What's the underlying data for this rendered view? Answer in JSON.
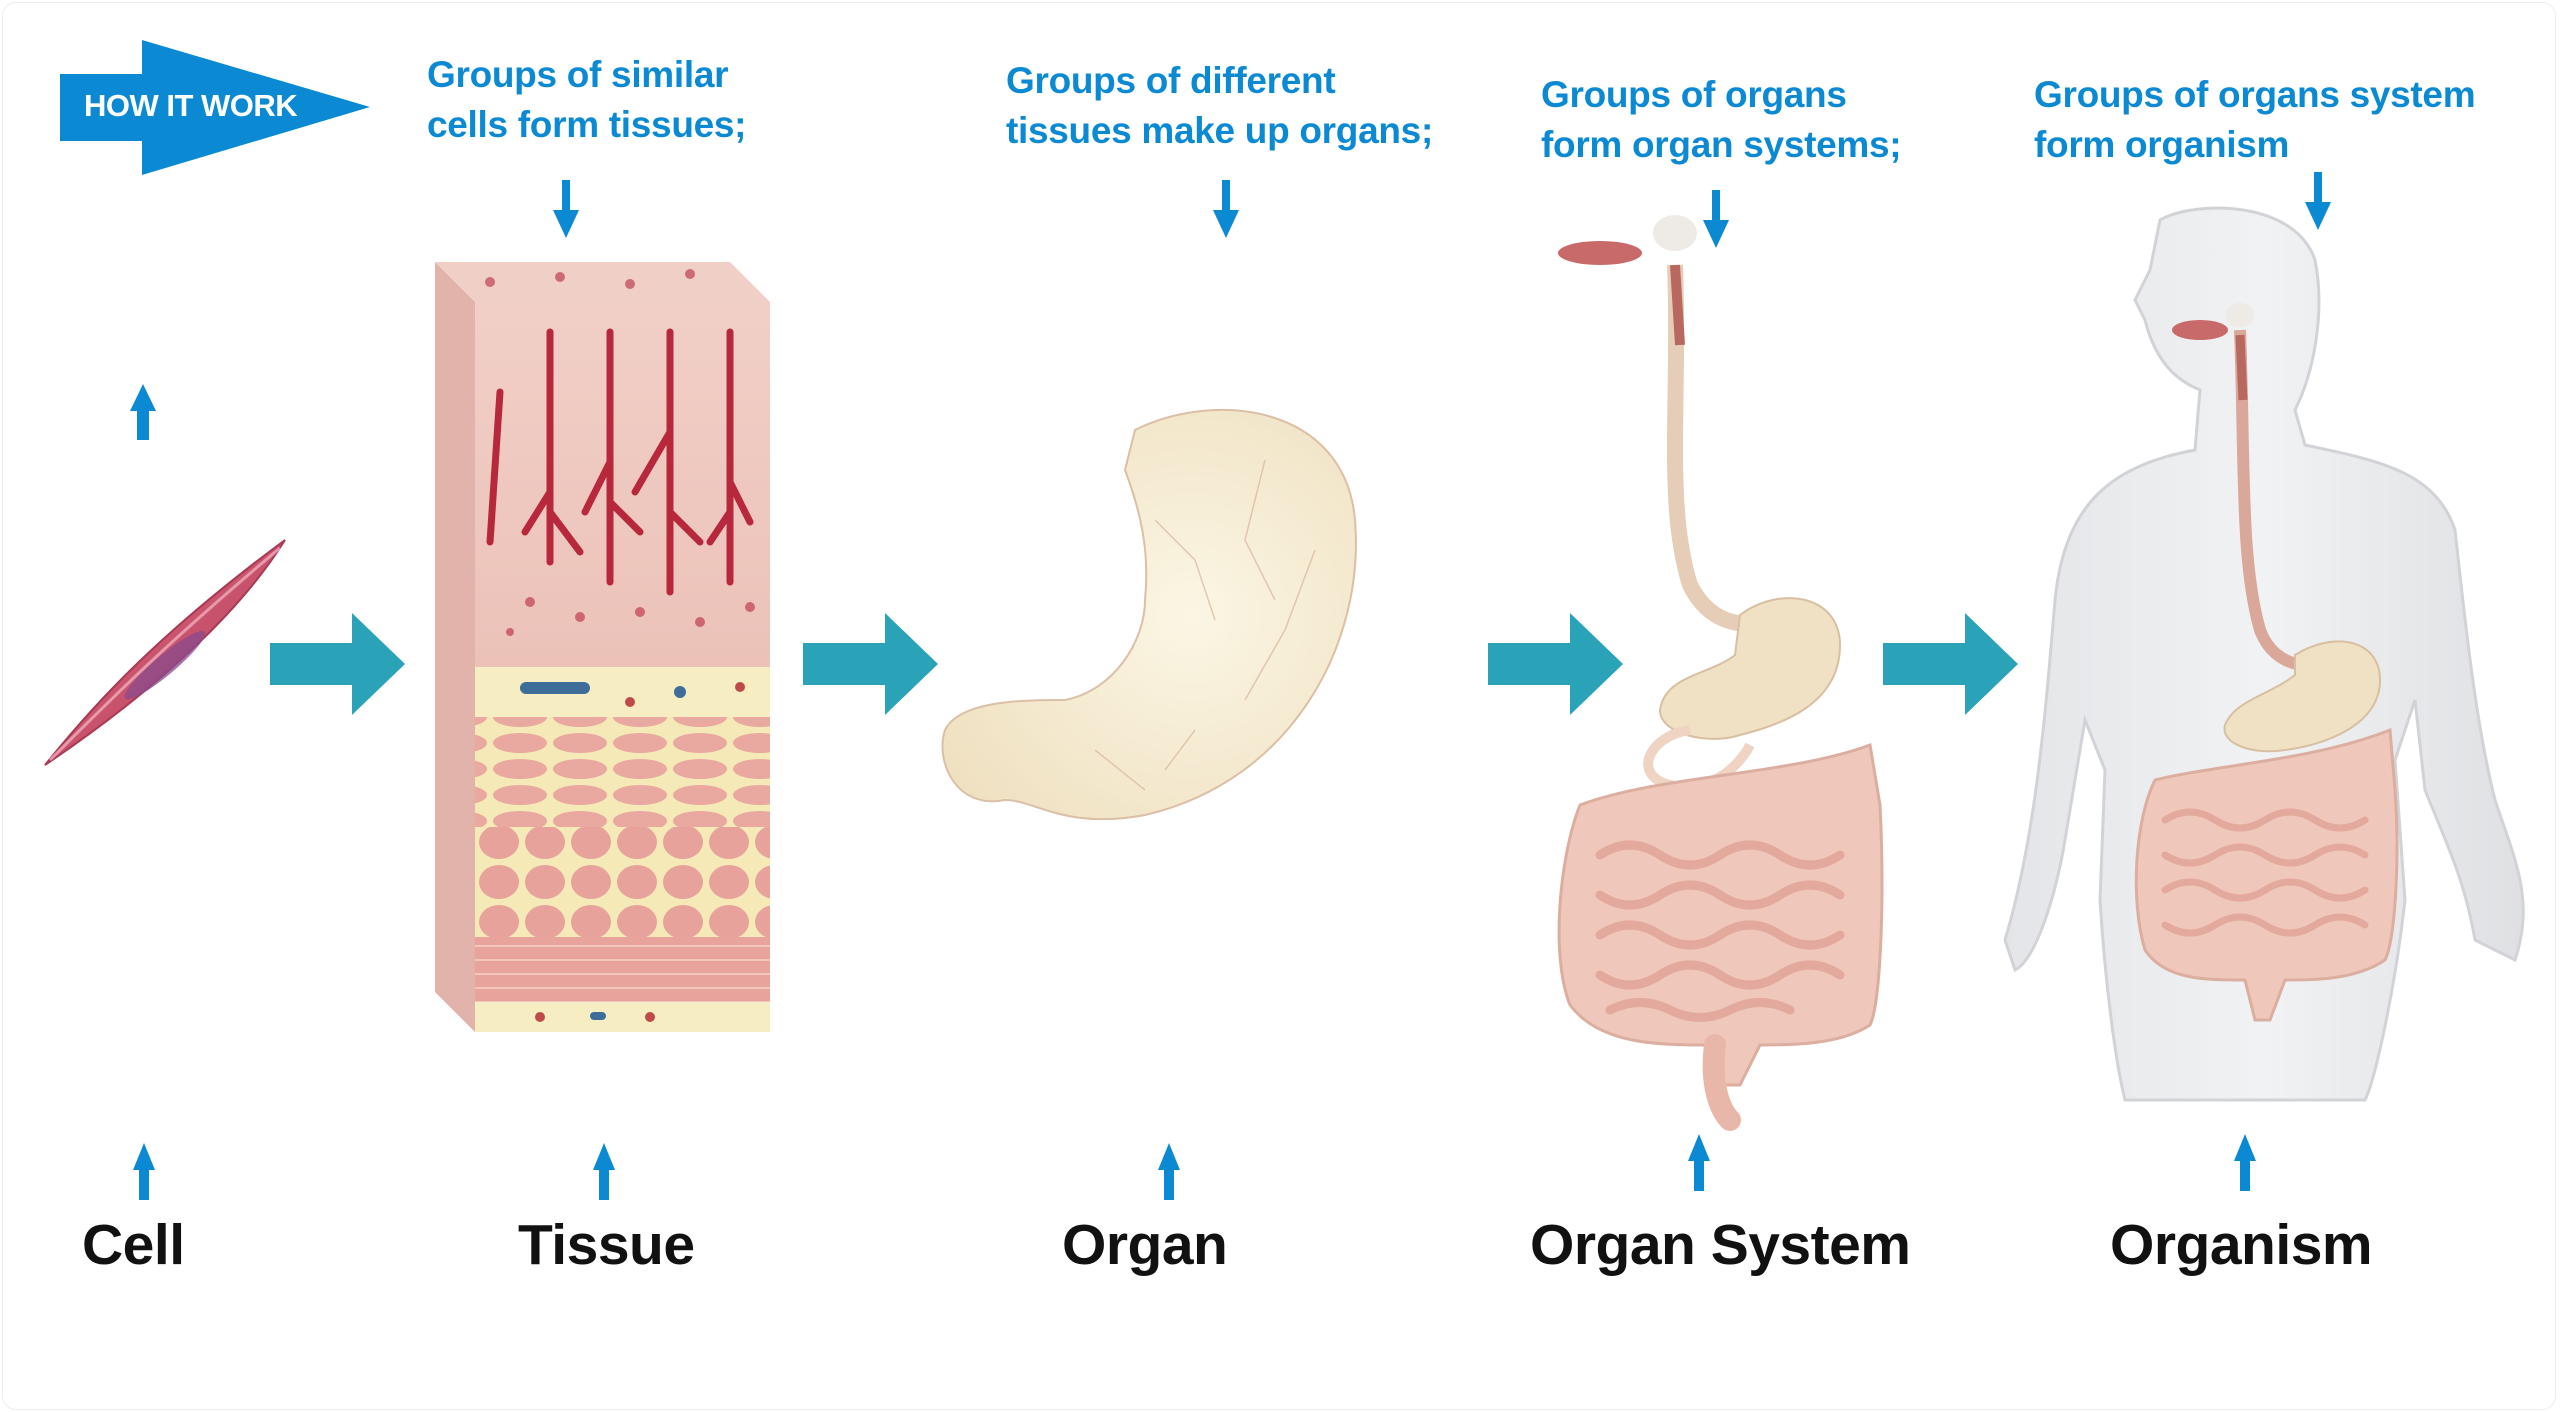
{
  "header": {
    "how_it_works_label": "HOW IT WORK"
  },
  "colors": {
    "caption_blue": "#0b8ad3",
    "flow_arrow_teal": "#2aa3b8",
    "label_black": "#111111"
  },
  "captions": [
    {
      "line1": "Groups of similar",
      "line2": "cells form tissues;"
    },
    {
      "line1": "Groups of different",
      "line2": "tissues make up organs;"
    },
    {
      "line1": "Groups of organs",
      "line2": "form organ systems;"
    },
    {
      "line1": "Groups of organs system",
      "line2": "form organism"
    }
  ],
  "stages": [
    {
      "label": "Cell",
      "illustration": "muscle-cell"
    },
    {
      "label": "Tissue",
      "illustration": "stomach-wall-tissue-block"
    },
    {
      "label": "Organ",
      "illustration": "stomach"
    },
    {
      "label": "Organ System",
      "illustration": "digestive-system"
    },
    {
      "label": "Organism",
      "illustration": "human-body"
    }
  ]
}
